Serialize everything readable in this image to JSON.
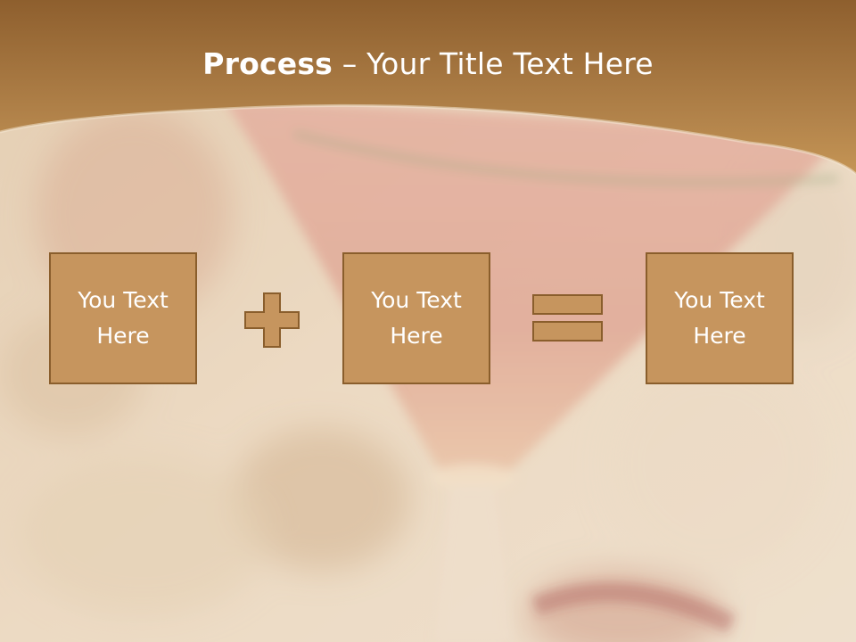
{
  "slide": {
    "title_bold": "Process",
    "title_rest": " – Your Title Text Here",
    "boxes": [
      {
        "text": "You Text Here"
      },
      {
        "text": "You Text Here"
      },
      {
        "text": "You Text Here"
      }
    ],
    "operators": [
      "plus-icon",
      "equals-icon"
    ]
  },
  "colors": {
    "header": "#a8763e",
    "box_fill": "#c6955e",
    "box_border": "#8a5e2c",
    "text": "#ffffff"
  }
}
